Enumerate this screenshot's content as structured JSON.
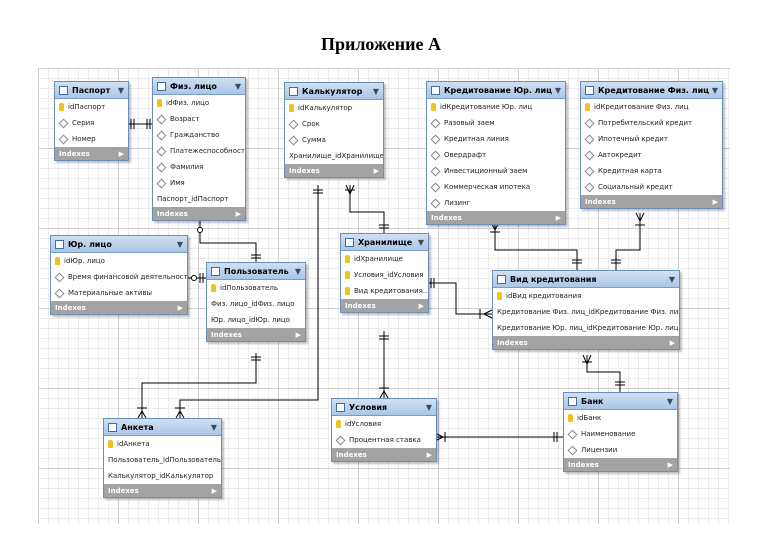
{
  "title": "Приложение А",
  "indexes_label": "Indexes",
  "tables": {
    "passport": {
      "name": "Паспорт",
      "fields": [
        "idПаспорт",
        "Серия",
        "Номер"
      ]
    },
    "phys": {
      "name": "Физ. лицо",
      "fields": [
        "idФиз. лицо",
        "Возраст",
        "Гражданство",
        "Платежеспособность",
        "Фамилия",
        "Имя",
        "Паспорт_idПаспорт"
      ]
    },
    "calc": {
      "name": "Калькулятор",
      "fields": [
        "idКалькулятор",
        "Срок",
        "Сумма",
        "Хранилище_idХранилище"
      ]
    },
    "credjur": {
      "name": "Кредитование Юр. лиц",
      "fields": [
        "idКредитование Юр. лиц",
        "Разовый заем",
        "Кредитная линия",
        "Овердрафт",
        "Инвестиционный заем",
        "Коммерческая ипотека",
        "Лизинг"
      ]
    },
    "credphys": {
      "name": "Кредитование Физ. лиц",
      "fields": [
        "idКредитование Физ. лиц",
        "Потребительский кредит",
        "Ипотечный кредит",
        "Автокредит",
        "Кредитная карта",
        "Социальный кредит"
      ]
    },
    "jur": {
      "name": "Юр. лицо",
      "fields": [
        "idЮр. лицо",
        "Время финансовой деятельности",
        "Материальные активы"
      ]
    },
    "user": {
      "name": "Пользователь",
      "fields": [
        "idПользователь",
        "Физ. лицо_idФиз. лицо",
        "Юр. лицо_idЮр. лицо"
      ]
    },
    "storage": {
      "name": "Хранилище",
      "fields": [
        "idХранилище",
        "Условия_idУсловия",
        "Вид кредитования..."
      ]
    },
    "credtype": {
      "name": "Вид кредитования",
      "fields": [
        "idВид кредитования",
        "Кредитование Физ. лиц_idКредитование Физ. лиц",
        "Кредитование Юр. лиц_idКредитование Юр. лиц"
      ]
    },
    "anketa": {
      "name": "Анкета",
      "fields": [
        "idАнкета",
        "Пользователь_idПользователь",
        "Калькулятор_idКалькулятор"
      ]
    },
    "cond": {
      "name": "Условия",
      "fields": [
        "idУсловия",
        "Процентная ставка"
      ]
    },
    "bank": {
      "name": "Банк",
      "fields": [
        "idБанк",
        "Наименование",
        "Лицензии"
      ]
    }
  }
}
